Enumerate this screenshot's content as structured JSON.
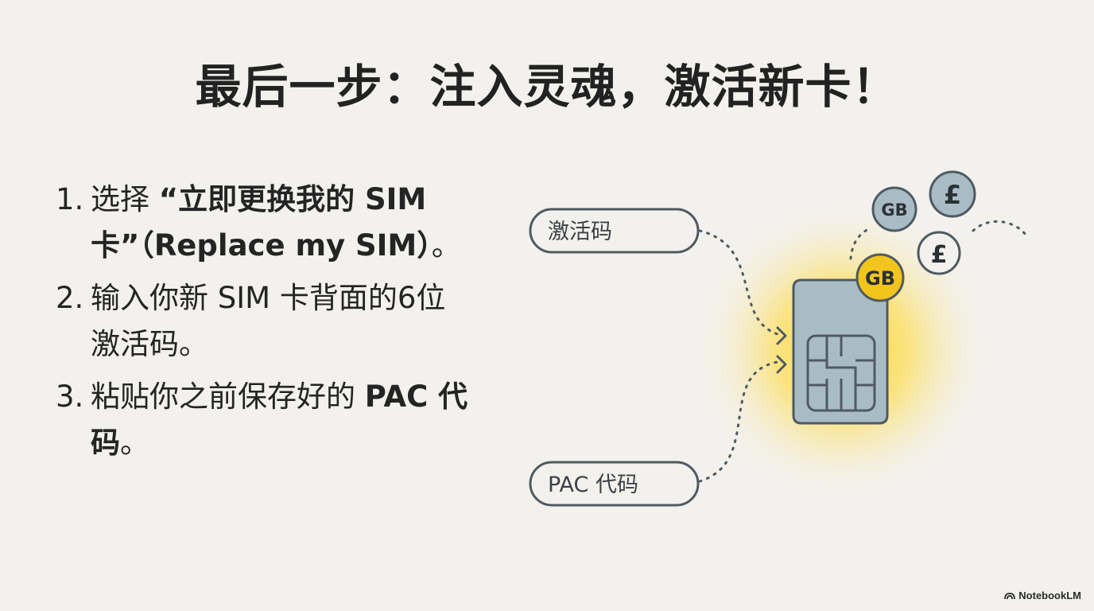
{
  "title": "最后一步：注入灵魂，激活新卡！",
  "steps": [
    {
      "num": "1.",
      "pre": "选择 ",
      "bold": "“立即更换我的 SIM 卡”（Replace my SIM）",
      "post": "。"
    },
    {
      "num": "2.",
      "pre": "输入你新 SIM 卡背面的6位激活码。",
      "bold": "",
      "post": ""
    },
    {
      "num": "3.",
      "pre": "粘贴你之前保存好的 ",
      "bold": "PAC 代码",
      "post": "。"
    }
  ],
  "diagram": {
    "activation_label": "激活码",
    "pac_label": "PAC 代码",
    "coins": [
      "GB",
      "£",
      "GB",
      "£"
    ]
  },
  "colors": {
    "background": "#f3f1ed",
    "sim_fill": "#a9bcc5",
    "sim_stroke": "#4f5a62",
    "glow": "#ffd21f",
    "coin_gold": "#f2c51c",
    "coin_gray": "#a9bcc5"
  },
  "brand": "NotebookLM"
}
